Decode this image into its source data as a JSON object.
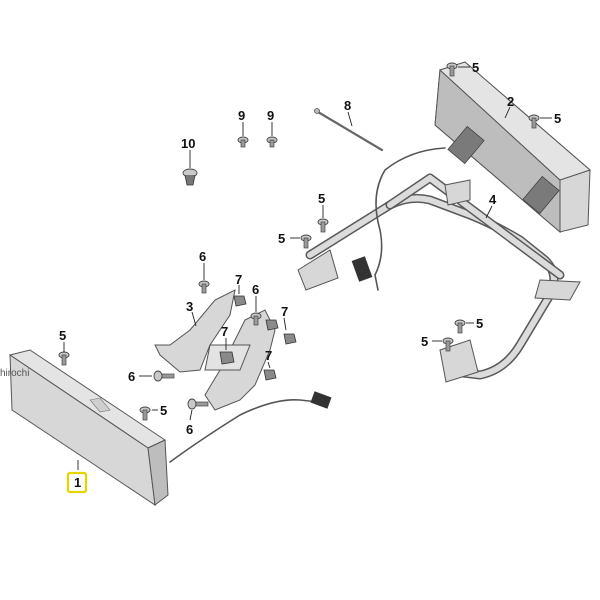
{
  "watermark": "hirochi",
  "callouts": {
    "c1": "1",
    "c2": "2",
    "c3": "3",
    "c4": "4",
    "c5": "5",
    "c6": "6",
    "c7": "7",
    "c8": "8",
    "c9": "9",
    "c10": "10"
  },
  "colors": {
    "highlight": "#e6d400",
    "part_fill": "#d7d7d7",
    "outline": "#555555"
  }
}
